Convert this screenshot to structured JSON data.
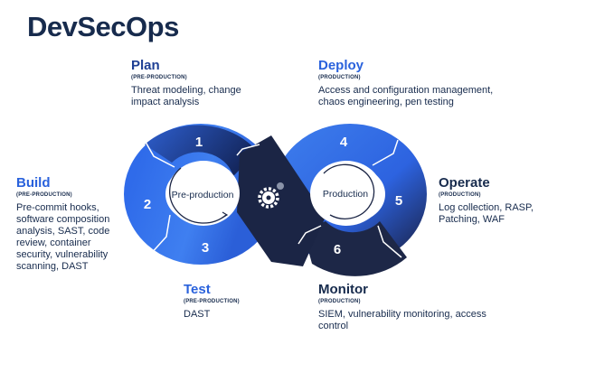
{
  "title": "DevSecOps",
  "stages": {
    "plan": {
      "name": "Plan",
      "phase": "(PRE-PRODUCTION)",
      "desc": "Threat modeling, change impact analysis",
      "number": "1"
    },
    "build": {
      "name": "Build",
      "phase": "(PRE-PRODUCTION)",
      "desc": "Pre-commit hooks, software composition analysis, SAST, code review, container security, vulnerability scanning, DAST",
      "number": "2"
    },
    "test": {
      "name": "Test",
      "phase": "(PRE-PRODUCTION)",
      "desc": "DAST",
      "number": "3"
    },
    "deploy": {
      "name": "Deploy",
      "phase": "(PRODUCTION)",
      "desc": "Access and configuration management, chaos engineering, pen testing",
      "number": "4"
    },
    "operate": {
      "name": "Operate",
      "phase": "(PRODUCTION)",
      "desc": "Log collection, RASP, Patching, WAF",
      "number": "5"
    },
    "monitor": {
      "name": "Monitor",
      "phase": "(PRODUCTION)",
      "desc": "SIEM, vulnerability monitoring, access control",
      "number": "6"
    }
  },
  "loops": {
    "left": "Pre-production",
    "right": "Production"
  },
  "colors": {
    "blue": "#2a62dc",
    "navy": "#172b4d",
    "dark_band": "#1c2541"
  }
}
